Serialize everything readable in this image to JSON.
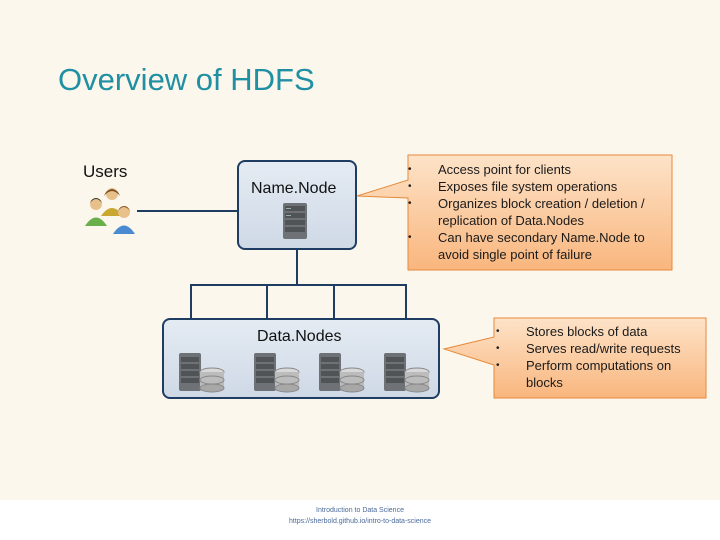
{
  "title": "Overview of HDFS",
  "users": {
    "label": "Users"
  },
  "namenode": {
    "label": "Name.Node"
  },
  "datanodes": {
    "label": "Data.Nodes"
  },
  "namenode_callout": {
    "items": [
      "Access point for clients",
      "Exposes file system operations",
      "Organizes block creation / deletion / replication of Data.Nodes",
      "Can have secondary Name.Node to avoid single point of failure"
    ]
  },
  "datanode_callout": {
    "items": [
      "Stores blocks of data",
      "Serves read/write requests",
      "Perform computations on blocks"
    ]
  },
  "footer": {
    "line1": "Introduction to Data Science",
    "line2": "https://sherbold.github.io/intro-to-data-science"
  },
  "colors": {
    "title": "#1f8fa3",
    "box_border": "#1f3c63",
    "callout_fill": "#fbc79a",
    "callout_border": "#e68a3c"
  },
  "icons": [
    "users-icon",
    "server-icon",
    "server-database-icon"
  ]
}
